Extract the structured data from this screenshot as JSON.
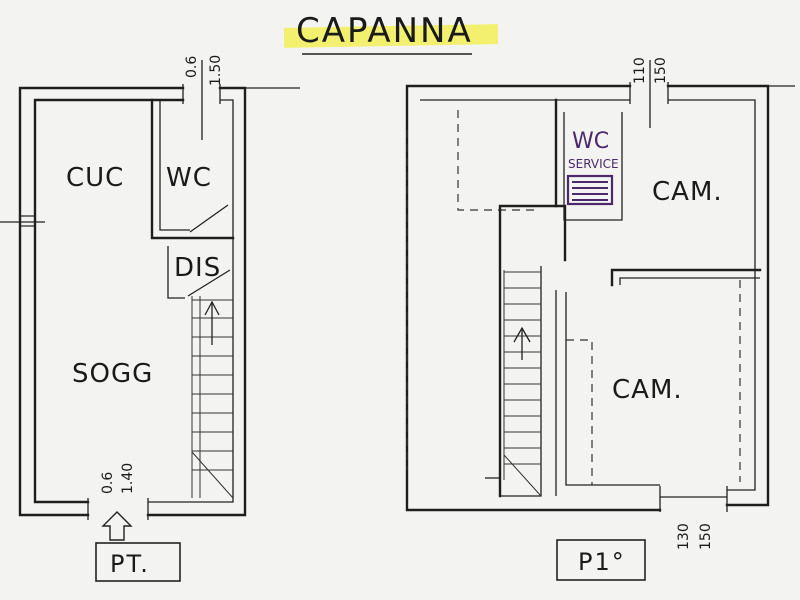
{
  "title": "CAPANNA",
  "colors": {
    "ink": "#1e1e1e",
    "highlight": "#f3f070",
    "annotation": "#4a2a6a",
    "paper": "#f3f3f1"
  },
  "ground_floor": {
    "label": "PT.",
    "rooms": {
      "cuc": "CUC",
      "wc": "WC",
      "dis": "DIS",
      "sogg": "SOGG"
    },
    "dims_top": [
      "0.6",
      "1.50"
    ],
    "dims_entry": [
      "0.6",
      "1.40"
    ]
  },
  "first_floor": {
    "label": "P1°",
    "rooms": {
      "wc": "WC",
      "wc_note": "SERVICE",
      "cam_1": "CAM.",
      "cam_2": "CAM."
    },
    "dims_top": [
      "110",
      "150"
    ],
    "dims_bottom": [
      "130",
      "150"
    ]
  }
}
